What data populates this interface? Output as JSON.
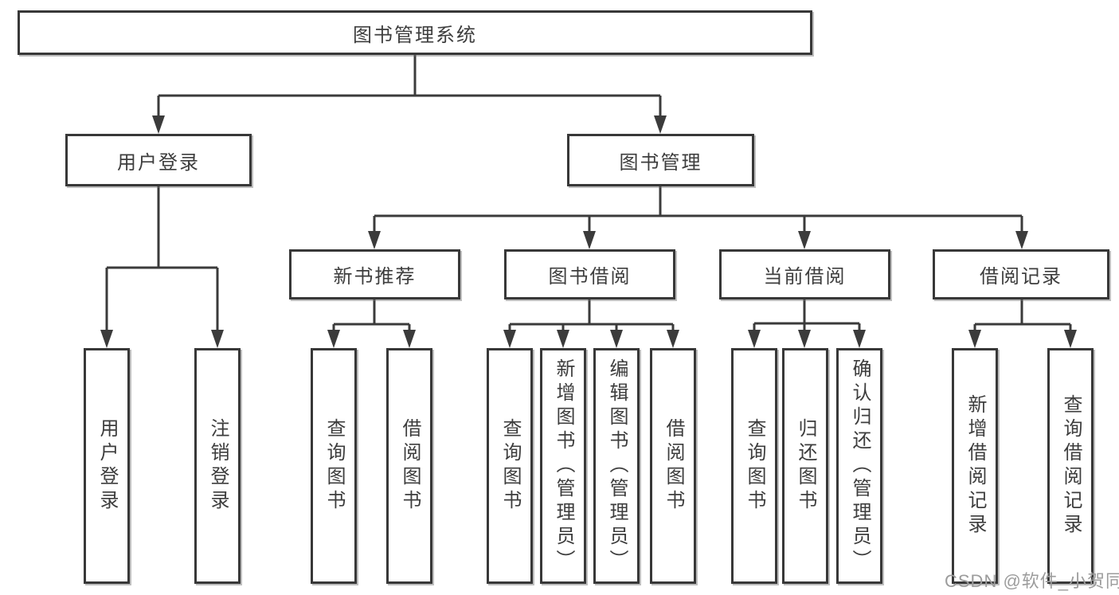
{
  "page": {
    "background": "#ffffff"
  },
  "diagram": {
    "type": "hierarchy-tree",
    "root": {
      "label": "图书管理系统"
    },
    "branches": [
      {
        "label": "用户登录",
        "children": [
          {
            "label": "用户登录"
          },
          {
            "label": "注销登录"
          }
        ]
      },
      {
        "label": "图书管理",
        "children": [
          {
            "label": "新书推荐",
            "children": [
              {
                "label": "查询图书"
              },
              {
                "label": "借阅图书"
              }
            ]
          },
          {
            "label": "图书借阅",
            "children": [
              {
                "label": "查询图书"
              },
              {
                "label": "新增图书（管理员）"
              },
              {
                "label": "编辑图书（管理员）"
              },
              {
                "label": "借阅图书"
              }
            ]
          },
          {
            "label": "当前借阅",
            "children": [
              {
                "label": "查询图书"
              },
              {
                "label": "归还图书"
              },
              {
                "label": "确认归还（管理员）"
              }
            ]
          },
          {
            "label": "借阅记录",
            "children": [
              {
                "label": "新增借阅记录"
              },
              {
                "label": "查询借阅记录"
              }
            ]
          }
        ]
      }
    ],
    "colors": {
      "line": "#3b3b3b",
      "box_border": "#383838",
      "box_fill": "#ffffff",
      "text": "#3d3d3d"
    }
  },
  "watermark": {
    "text": "CSDN @软件_小贺同学",
    "color": "#9c9c9c"
  }
}
